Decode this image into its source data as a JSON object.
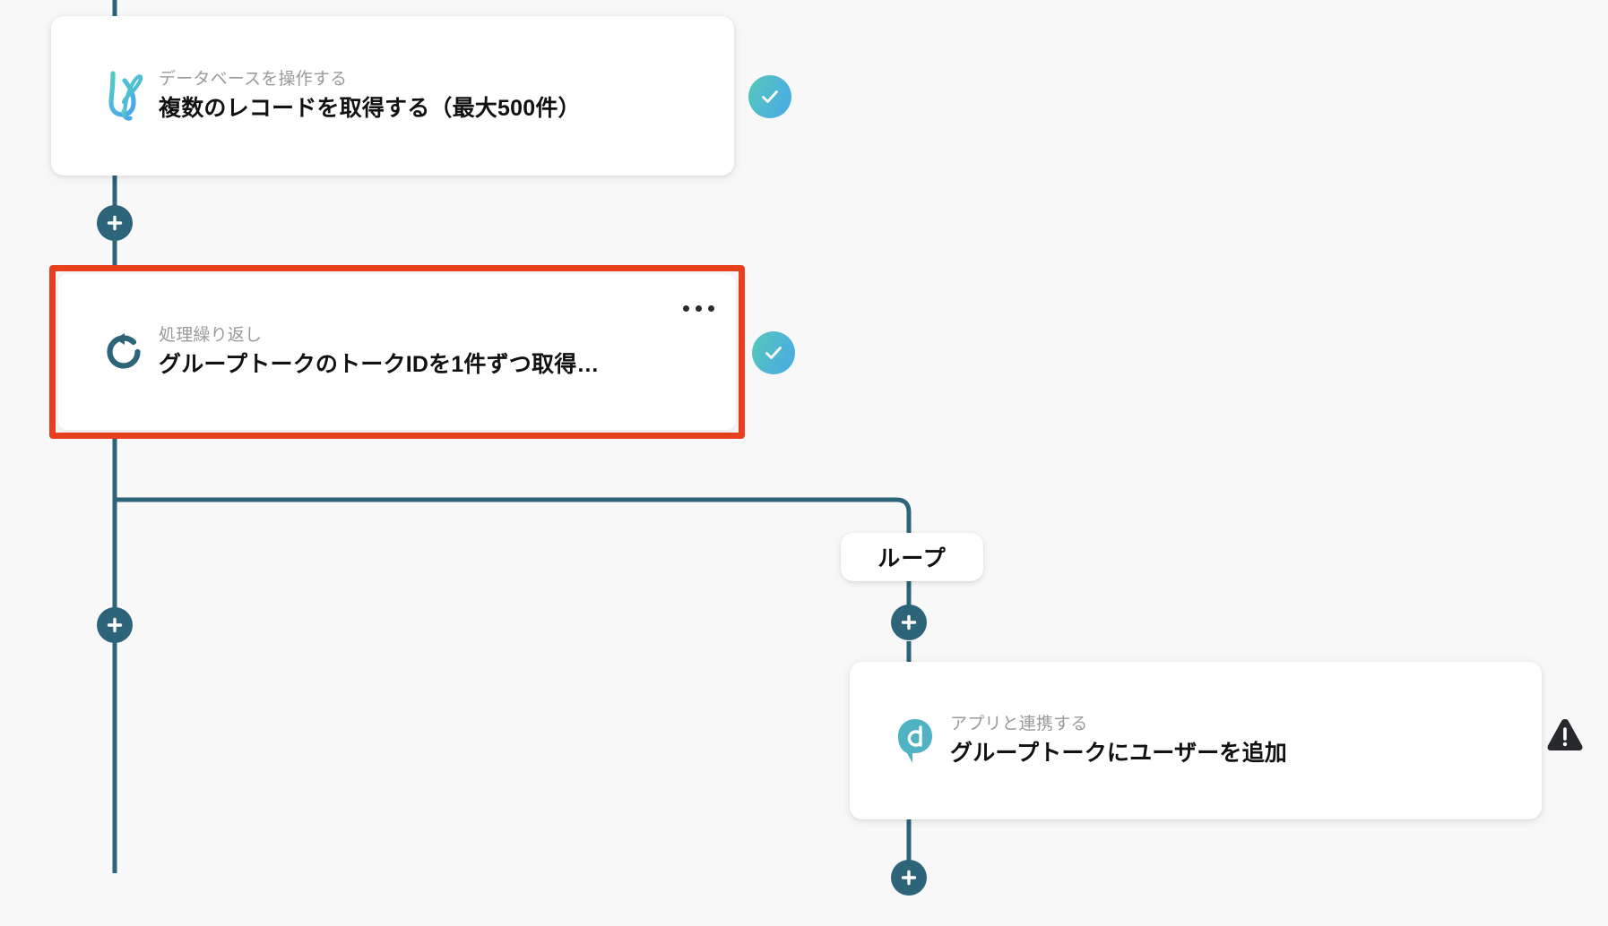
{
  "canvas": {
    "background_color": "#f8f8f8",
    "line_color": "#2d647a",
    "selection_color": "#e8401f"
  },
  "nodes": [
    {
      "id": "node-get-records",
      "icon": "yoom-database-icon",
      "subtitle": "データベースを操作する",
      "title": "複数のレコードを取得する（最大500件）",
      "status": "success",
      "status_icon": "check-circle-icon",
      "selected": false
    },
    {
      "id": "node-loop",
      "icon": "repeat-loop-icon",
      "subtitle": "処理繰り返し",
      "title": "グループトークのトークIDを1件ずつ取得…",
      "status": "success",
      "status_icon": "check-circle-icon",
      "selected": true,
      "menu_icon": "ellipsis-horizontal-icon"
    },
    {
      "id": "node-add-user",
      "icon": "direct-app-icon",
      "subtitle": "アプリと連携する",
      "title": "グループトークにユーザーを追加",
      "status": "warning",
      "status_icon": "warning-triangle-icon",
      "selected": false
    }
  ],
  "branch": {
    "label": "ループ"
  },
  "add_buttons": [
    {
      "id": "add-step-after-get-records",
      "icon": "plus-icon",
      "label": "+"
    },
    {
      "id": "add-step-after-loop-main",
      "icon": "plus-icon",
      "label": "+"
    },
    {
      "id": "add-step-in-loop-before",
      "icon": "plus-icon",
      "label": "+"
    },
    {
      "id": "add-step-in-loop-after",
      "icon": "plus-icon",
      "label": "+"
    }
  ]
}
